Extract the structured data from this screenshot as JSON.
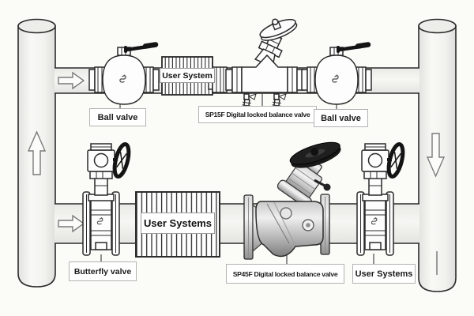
{
  "diagram": {
    "type": "piping-schematic",
    "labels": {
      "ball_valve_left": "Ball valve",
      "sp15f_valve": "SP15F Digital locked balance valve",
      "ball_valve_right": "Ball valve",
      "butterfly_valve": "Butterfly valve",
      "sp45f_valve": "SP45F Digital locked balance valve",
      "user_systems_right": "User Systems",
      "user_system_top_box": "User System",
      "user_systems_bottom_box": "User Systems"
    },
    "flow_arrows": [
      {
        "icon": "arrow-up-icon",
        "location": "left-riser"
      },
      {
        "icon": "arrow-right-icon",
        "location": "top-branch-line"
      },
      {
        "icon": "arrow-right-icon",
        "location": "bottom-branch-line"
      },
      {
        "icon": "arrow-down-icon",
        "location": "right-riser"
      }
    ],
    "colors": {
      "background": "#fbfbf8",
      "line_art": "#2b2b2b",
      "pipe_fill": "#f0f0ed",
      "label_border": "#b3b3b3",
      "label_text": "#1a1a1a",
      "handle_black": "#141414",
      "metal_mid": "#b5b5b5"
    }
  }
}
